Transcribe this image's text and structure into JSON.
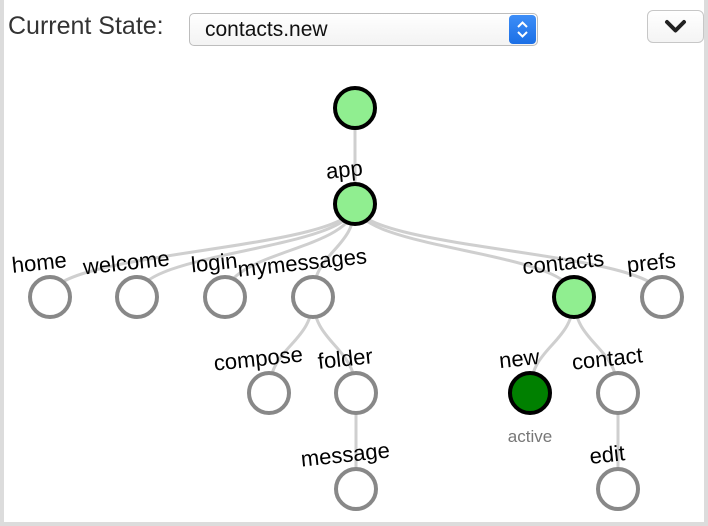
{
  "header": {
    "label": "Current State:",
    "selected_state": "contacts.new"
  },
  "colors": {
    "active": "#008000",
    "entered": "#90ee90",
    "inactive_stroke": "#888888",
    "edge": "#cfcfcf"
  },
  "tree": {
    "active_text": "active",
    "nodes": [
      {
        "id": "root",
        "label": "",
        "status": "entered"
      },
      {
        "id": "app",
        "label": "app",
        "status": "entered"
      },
      {
        "id": "home",
        "label": "home",
        "status": "inactive"
      },
      {
        "id": "welcome",
        "label": "welcome",
        "status": "inactive"
      },
      {
        "id": "login",
        "label": "login",
        "status": "inactive"
      },
      {
        "id": "mymessages",
        "label": "mymessages",
        "status": "inactive"
      },
      {
        "id": "compose",
        "label": "compose",
        "status": "inactive"
      },
      {
        "id": "folder",
        "label": "folder",
        "status": "inactive"
      },
      {
        "id": "message",
        "label": "message",
        "status": "inactive"
      },
      {
        "id": "contacts",
        "label": "contacts",
        "status": "entered"
      },
      {
        "id": "new",
        "label": "new",
        "status": "active"
      },
      {
        "id": "contact",
        "label": "contact",
        "status": "inactive"
      },
      {
        "id": "edit",
        "label": "edit",
        "status": "inactive"
      },
      {
        "id": "prefs",
        "label": "prefs",
        "status": "inactive"
      }
    ],
    "edges": [
      [
        "root",
        "app"
      ],
      [
        "app",
        "home"
      ],
      [
        "app",
        "welcome"
      ],
      [
        "app",
        "login"
      ],
      [
        "app",
        "mymessages"
      ],
      [
        "app",
        "contacts"
      ],
      [
        "app",
        "prefs"
      ],
      [
        "mymessages",
        "compose"
      ],
      [
        "mymessages",
        "folder"
      ],
      [
        "folder",
        "message"
      ],
      [
        "contacts",
        "new"
      ],
      [
        "contacts",
        "contact"
      ],
      [
        "contact",
        "edit"
      ]
    ]
  }
}
